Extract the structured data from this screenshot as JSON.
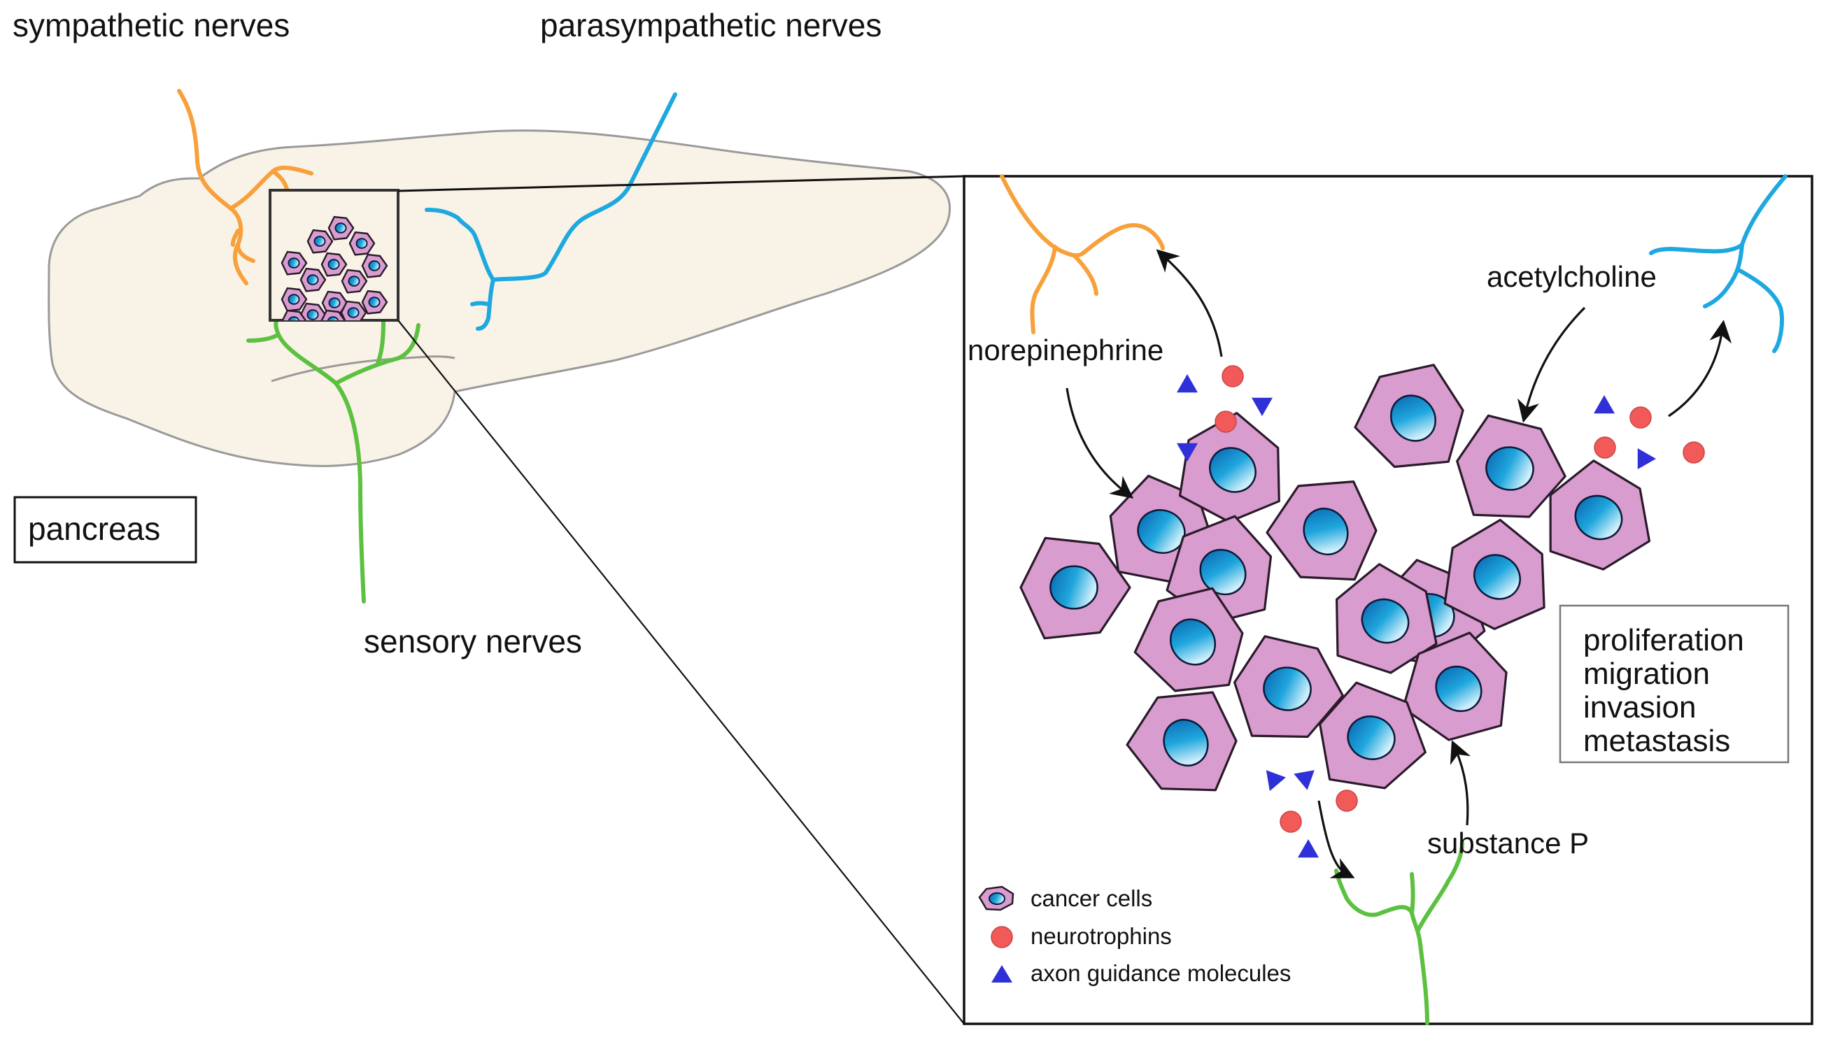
{
  "labels": {
    "sympathetic": "sympathetic nerves",
    "parasympathetic": "parasympathetic nerves",
    "sensory": "sensory nerves",
    "organ": "pancreas",
    "norepinephrine": "norepinephrine",
    "acetylcholine": "acetylcholine",
    "substance_p": "substance P"
  },
  "outcomes": [
    "proliferation",
    "migration",
    "invasion",
    "metastasis"
  ],
  "legend": [
    {
      "icon": "cancer-cell-icon",
      "label": "cancer cells"
    },
    {
      "icon": "neurotrophin-circle-icon",
      "label": "neurotrophins"
    },
    {
      "icon": "axon-guidance-triangle-icon",
      "label": "axon guidance molecules"
    }
  ],
  "colors": {
    "sympathetic": "#f7a03c",
    "parasympathetic": "#1ea8e0",
    "sensory": "#5cc040",
    "pancreas_fill": "#f8f3e6",
    "pancreas_stroke": "#9a9a9a",
    "cell_fill": "#d89ccf",
    "cell_stroke": "#2a1a2a",
    "nucleus_dark": "#0a66b0",
    "nucleus_mid": "#1fa6dd",
    "nucleus_light": "#cdeefa",
    "neurotrophin": "#f25a5a",
    "axon_guidance": "#3030d8"
  }
}
